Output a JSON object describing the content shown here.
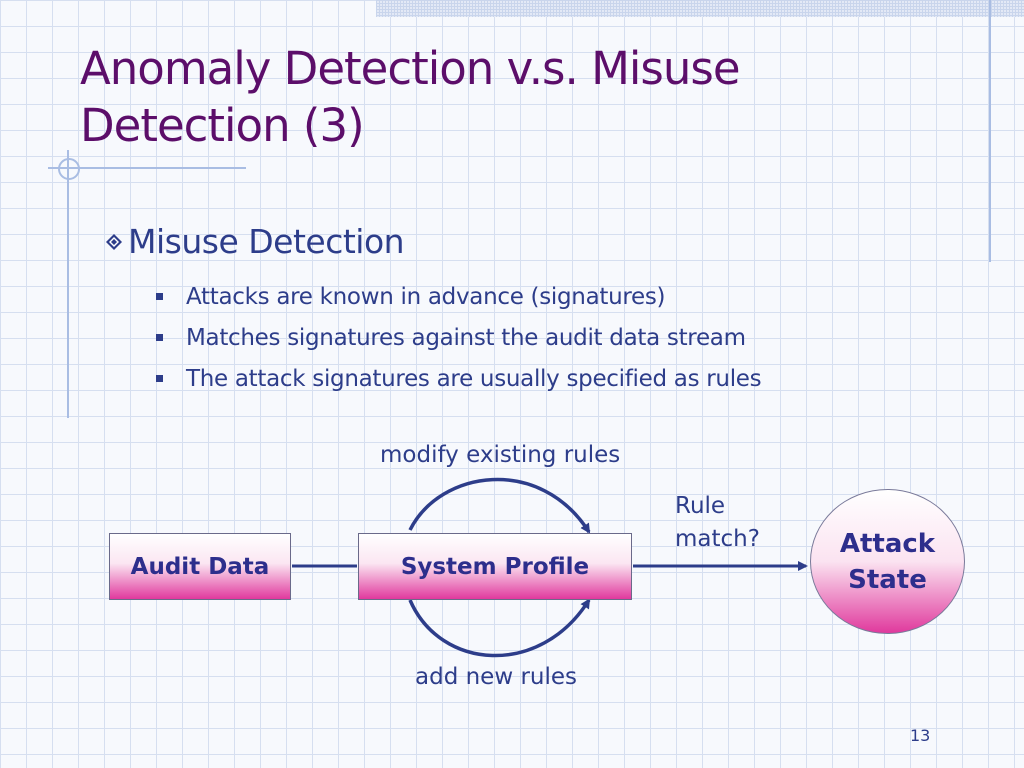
{
  "slide": {
    "title_line1": "Anomaly Detection v.s. Misuse",
    "title_line2": "Detection (3)",
    "heading": "Misuse Detection",
    "bullets": [
      "Attacks are known in advance (signatures)",
      "Matches signatures against the audit data stream",
      "The attack signatures are usually specified as rules"
    ],
    "page_number": "13"
  },
  "diagram": {
    "nodes": {
      "audit_data": "Audit Data",
      "system_profile": "System Profile",
      "attack_state_line1": "Attack",
      "attack_state_line2": "State"
    },
    "edge_labels": {
      "modify": "modify existing rules",
      "add": "add new rules",
      "rule_match_line1": "Rule",
      "rule_match_line2": "match?"
    }
  },
  "colors": {
    "title": "#5c0e6a",
    "text": "#2d3d8a",
    "node_text": "#2d2e8c",
    "gradient_pink": "#e0399d",
    "arrow": "#2d3d8a"
  }
}
